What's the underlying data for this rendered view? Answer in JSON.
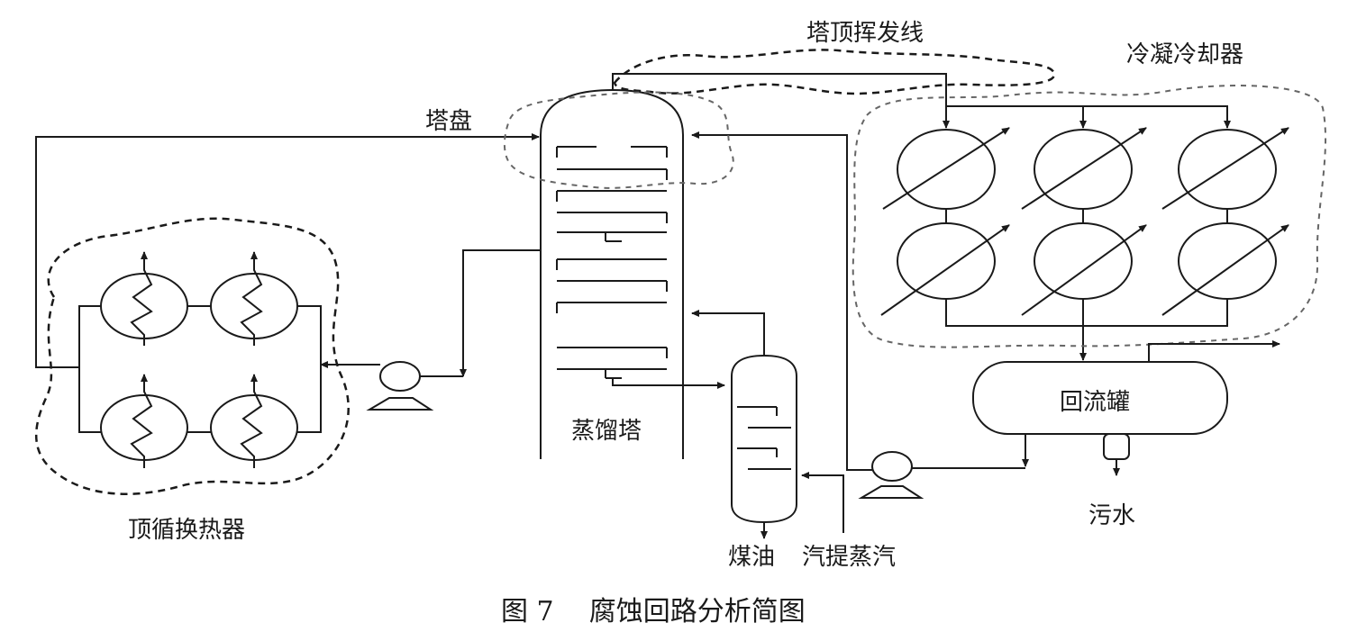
{
  "labels": {
    "overhead_vapor_line": "塔顶挥发线",
    "condenser_cooler": "冷凝冷却器",
    "tray": "塔盘",
    "distillation_column": "蒸馏塔",
    "reflux_drum": "回流罐",
    "sewage": "污水",
    "kerosene": "煤油",
    "stripping_steam": "汽提蒸汽",
    "top_circulation_exchanger": "顶循换热器"
  },
  "caption": {
    "figure_number": "图 7",
    "title": "腐蚀回路分析简图"
  }
}
